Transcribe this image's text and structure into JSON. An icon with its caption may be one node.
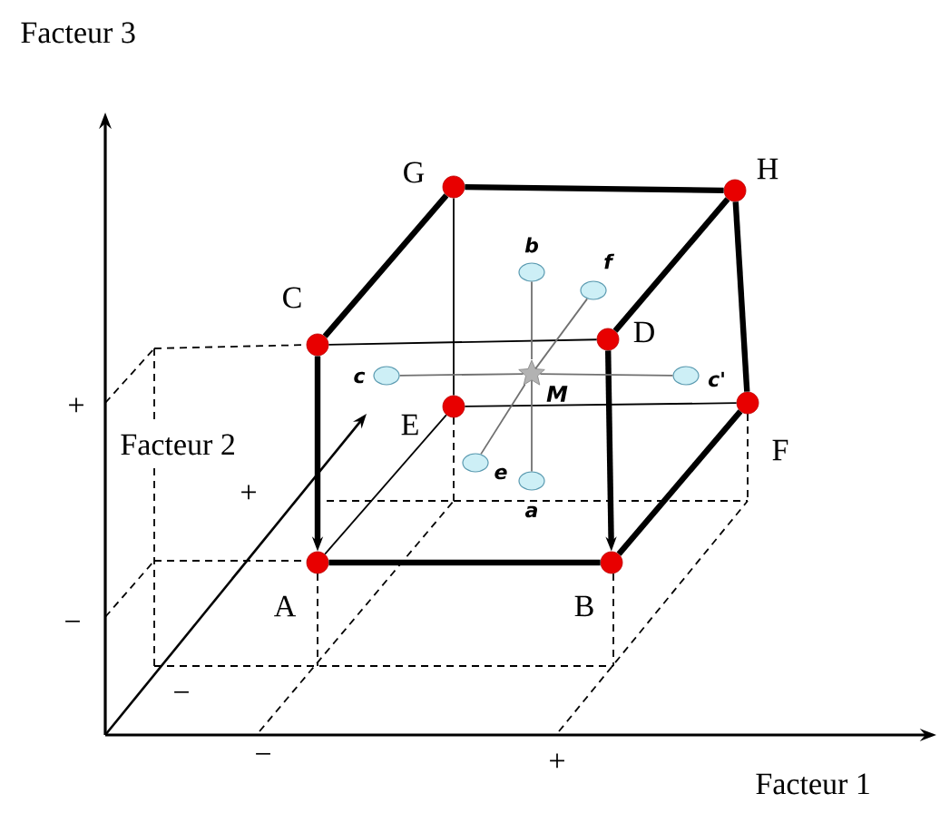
{
  "diagram": {
    "nodes": [
      {
        "text": [],
        "shape": "circle",
        "beside": [
          "G"
        ]
      },
      {
        "text": [],
        "shape": "circle",
        "beside": [
          "H"
        ]
      },
      {
        "text": [],
        "shape": "ellipse",
        "beside": [
          "b"
        ]
      },
      {
        "text": [],
        "shape": "ellipse",
        "beside": [
          "f"
        ]
      },
      {
        "text": [],
        "shape": "circle",
        "beside": [
          "C"
        ]
      },
      {
        "text": [],
        "shape": "circle",
        "beside": [
          "D"
        ]
      },
      {
        "text": [],
        "shape": "ellipse",
        "beside": [
          "c"
        ]
      },
      {
        "text": [],
        "shape": "star",
        "beside": [
          "M"
        ]
      },
      {
        "text": [],
        "shape": "ellipse",
        "beside": [
          "c'"
        ]
      },
      {
        "text": [],
        "shape": "circle",
        "beside": [
          "E"
        ]
      },
      {
        "text": [],
        "shape": "circle",
        "beside": [
          "F"
        ]
      },
      {
        "text": [],
        "shape": "ellipse",
        "beside": [
          "e"
        ]
      },
      {
        "text": [],
        "shape": "ellipse",
        "beside": [
          "a"
        ]
      },
      {
        "text": [],
        "shape": "circle",
        "beside": [
          "A"
        ]
      },
      {
        "text": [],
        "shape": "circle",
        "beside": [
          "B"
        ]
      }
    ],
    "edges": [
      {
        "from": 0,
        "to": 1,
        "arrow": "none",
        "style": "thick"
      },
      {
        "from": 4,
        "to": 0,
        "arrow": "none",
        "style": "thick"
      },
      {
        "from": 5,
        "to": 1,
        "arrow": "none",
        "style": "thick"
      },
      {
        "from": 1,
        "to": 10,
        "arrow": "none",
        "style": "thick"
      },
      {
        "from": 0,
        "to": 9,
        "arrow": "none"
      },
      {
        "from": 4,
        "to": 5,
        "arrow": "none"
      },
      {
        "from": 9,
        "to": 10,
        "arrow": "none"
      },
      {
        "from": 4,
        "to": 13,
        "arrow": "to",
        "style": "thick"
      },
      {
        "from": 5,
        "to": 14,
        "arrow": "to",
        "style": "thick"
      },
      {
        "from": 13,
        "to": 14,
        "arrow": "none",
        "style": "thick"
      },
      {
        "from": 14,
        "to": 10,
        "arrow": "none",
        "style": "thick"
      },
      {
        "from": 13,
        "to": 9,
        "arrow": "none"
      },
      {
        "from": 7,
        "to": 2,
        "arrow": "none",
        "color": "#707070"
      },
      {
        "from": 7,
        "to": 3,
        "arrow": "none",
        "color": "#707070"
      },
      {
        "from": 7,
        "to": 6,
        "arrow": "none",
        "color": "#707070"
      },
      {
        "from": 7,
        "to": 8,
        "arrow": "none",
        "color": "#707070"
      },
      {
        "from": 7,
        "to": 11,
        "arrow": "none",
        "color": "#707070"
      },
      {
        "from": 7,
        "to": 12,
        "arrow": "none",
        "color": "#707070"
      }
    ],
    "labels": [
      "Facteur 3",
      "+",
      "Facteur 2",
      "+",
      "−",
      "−",
      "−",
      "+",
      "Facteur 1"
    ]
  }
}
